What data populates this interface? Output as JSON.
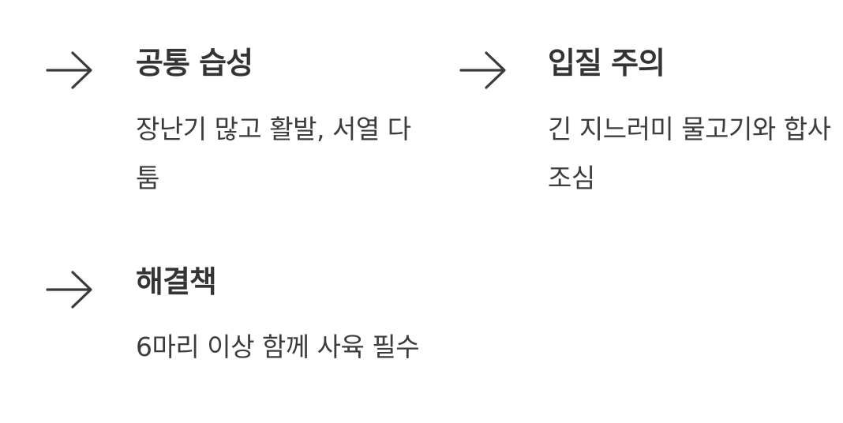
{
  "items": [
    {
      "icon": "arrow-right-icon",
      "title": "공통 습성",
      "description": "장난기 많고 활발, 서열 다툼"
    },
    {
      "icon": "arrow-right-icon",
      "title": "입질 주의",
      "description": "긴 지느러미 물고기와 합사 조심"
    },
    {
      "icon": "arrow-right-icon",
      "title": "해결책",
      "description": "6마리 이상 함께 사육 필수"
    }
  ],
  "colors": {
    "text": "#3a3a3a",
    "background": "#ffffff"
  }
}
